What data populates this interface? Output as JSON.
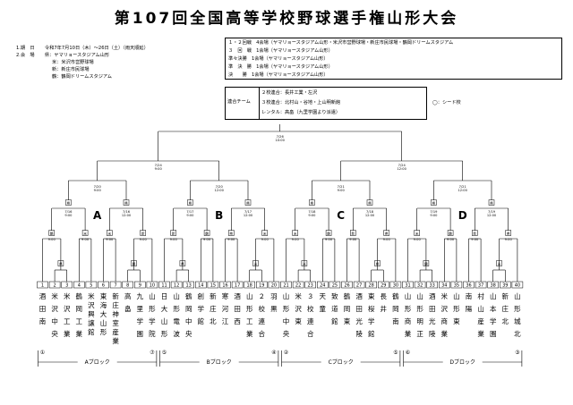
{
  "title": "第107回全国高等学校野球選手権山形大会",
  "info": {
    "period_label": "1.期　日",
    "period_value": "令和7年7月10日（木）～26日（土）（雨天順延）",
    "venue_label": "2.会　場",
    "venues": [
      "県：ヤマリョースタジアム山形",
      "米：米沢市営野球場",
      "新：新庄市民球場",
      "鶴：鶴岡ドリームスタジアム"
    ]
  },
  "schedule": [
    "１・２回戦　4会場（ヤマリョースタジアム山形・米沢市営野球場・新庄市民球場・鶴岡ドリームスタジアム",
    "３　回　戦　1会場（ヤマリョースタジアム山形）",
    "準々決勝　1会場（ヤマリョースタジアム山形）",
    "準　決　勝　1会場（ヤマリョースタジアム山形）",
    "決　　勝　1会場（ヤマリョースタジアム山形）"
  ],
  "joint_teams": {
    "label": "連合チーム",
    "rows": [
      "２校連合：長井工業・左沢",
      "３校連合：北村山・谷地・上山明新館",
      "レンタル：高畠（九里学園より派遣）"
    ]
  },
  "seed_note": "◯：シード校",
  "bracket": {
    "final": {
      "date": "7/26",
      "time": "10:00"
    },
    "semis": [
      {
        "date": "7/24",
        "time": "9:00"
      },
      {
        "date": "7/24",
        "time": "12:00"
      }
    ],
    "quarters": [
      {
        "date": "7/20",
        "time": "9:00"
      },
      {
        "date": "7/20",
        "time": "12:00"
      },
      {
        "date": "7/21",
        "time": "9:00"
      },
      {
        "date": "7/21",
        "time": "12:00"
      }
    ],
    "block_letters": [
      "A",
      "B",
      "C",
      "D"
    ],
    "round3": [
      {
        "date": "7/16",
        "time": "9:00"
      },
      {
        "date": "7/16",
        "time": "12:00"
      },
      {
        "date": "7/17",
        "time": "9:00"
      },
      {
        "date": "7/17",
        "time": "12:00"
      },
      {
        "date": "7/18",
        "time": "9:00"
      },
      {
        "date": "7/18",
        "time": "12:00"
      },
      {
        "date": "7/19",
        "time": "9:00"
      },
      {
        "date": "7/19",
        "time": "12:00"
      }
    ],
    "round2_venues": [
      "鶴",
      "米",
      "米",
      "新",
      "新",
      "鶴",
      "県",
      "米",
      "米",
      "鶴",
      "新",
      "県",
      "米",
      "鶴",
      "新",
      "県"
    ],
    "round1_venues": [
      "県",
      "鶴",
      "県",
      "米",
      "米",
      "県",
      "鶴",
      "米"
    ],
    "time_label_r2": "9:00",
    "time_label_r1": "9:00"
  },
  "teams": [
    {
      "no": "1",
      "name": "酒田南"
    },
    {
      "no": "2",
      "name": "米沢中央"
    },
    {
      "no": "3",
      "name": "米沢工業"
    },
    {
      "no": "4",
      "name": "鶴岡工業"
    },
    {
      "no": "5",
      "name": "米沢興譲館"
    },
    {
      "no": "6",
      "name": "東海大山形"
    },
    {
      "no": "7",
      "name": "新庄神室産業"
    },
    {
      "no": "8",
      "name": "高畠"
    },
    {
      "no": "9",
      "name": "九里学園"
    },
    {
      "no": "10",
      "name": "山形学院"
    },
    {
      "no": "11",
      "name": "日大山形"
    },
    {
      "no": "12",
      "name": "山形電波"
    },
    {
      "no": "13",
      "name": "鶴岡中央"
    },
    {
      "no": "14",
      "name": "創学館"
    },
    {
      "no": "15",
      "name": "新庄北"
    },
    {
      "no": "16",
      "name": "寒河江"
    },
    {
      "no": "17",
      "name": "酒田西"
    },
    {
      "no": "18",
      "name": "山形工業"
    },
    {
      "no": "19",
      "name": "２校連合"
    },
    {
      "no": "20",
      "name": "羽黒"
    },
    {
      "no": "21",
      "name": "山形中央"
    },
    {
      "no": "22",
      "name": "米沢東"
    },
    {
      "no": "23",
      "name": "３校連合"
    },
    {
      "no": "24",
      "name": "天童"
    },
    {
      "no": "25",
      "name": "致道館"
    },
    {
      "no": "26",
      "name": "鶴岡東"
    },
    {
      "no": "27",
      "name": "酒田光陵"
    },
    {
      "no": "28",
      "name": "東桜学館"
    },
    {
      "no": "29",
      "name": "長井"
    },
    {
      "no": "30",
      "name": "鶴岡南"
    },
    {
      "no": "31",
      "name": "山形商業"
    },
    {
      "no": "32",
      "name": "山形明正"
    },
    {
      "no": "33",
      "name": "酒田光陵"
    },
    {
      "no": "34",
      "name": "米沢商業"
    },
    {
      "no": "35",
      "name": "山形東"
    },
    {
      "no": "36",
      "name": "南陽"
    },
    {
      "no": "37",
      "name": "村山産業"
    },
    {
      "no": "38",
      "name": "山本学園"
    },
    {
      "no": "39",
      "name": "新庄北"
    },
    {
      "no": "40",
      "name": "山形城北"
    }
  ],
  "blocks": [
    {
      "label": "Aブロック",
      "start_seed": "①",
      "end_seed": "⑦"
    },
    {
      "label": "Bブロック",
      "start_seed": "⑤",
      "end_seed": "④"
    },
    {
      "label": "Cブロック",
      "start_seed": "②",
      "end_seed": "⑤"
    },
    {
      "label": "Dブロック",
      "start_seed": "⑥",
      "end_seed": "③"
    }
  ]
}
